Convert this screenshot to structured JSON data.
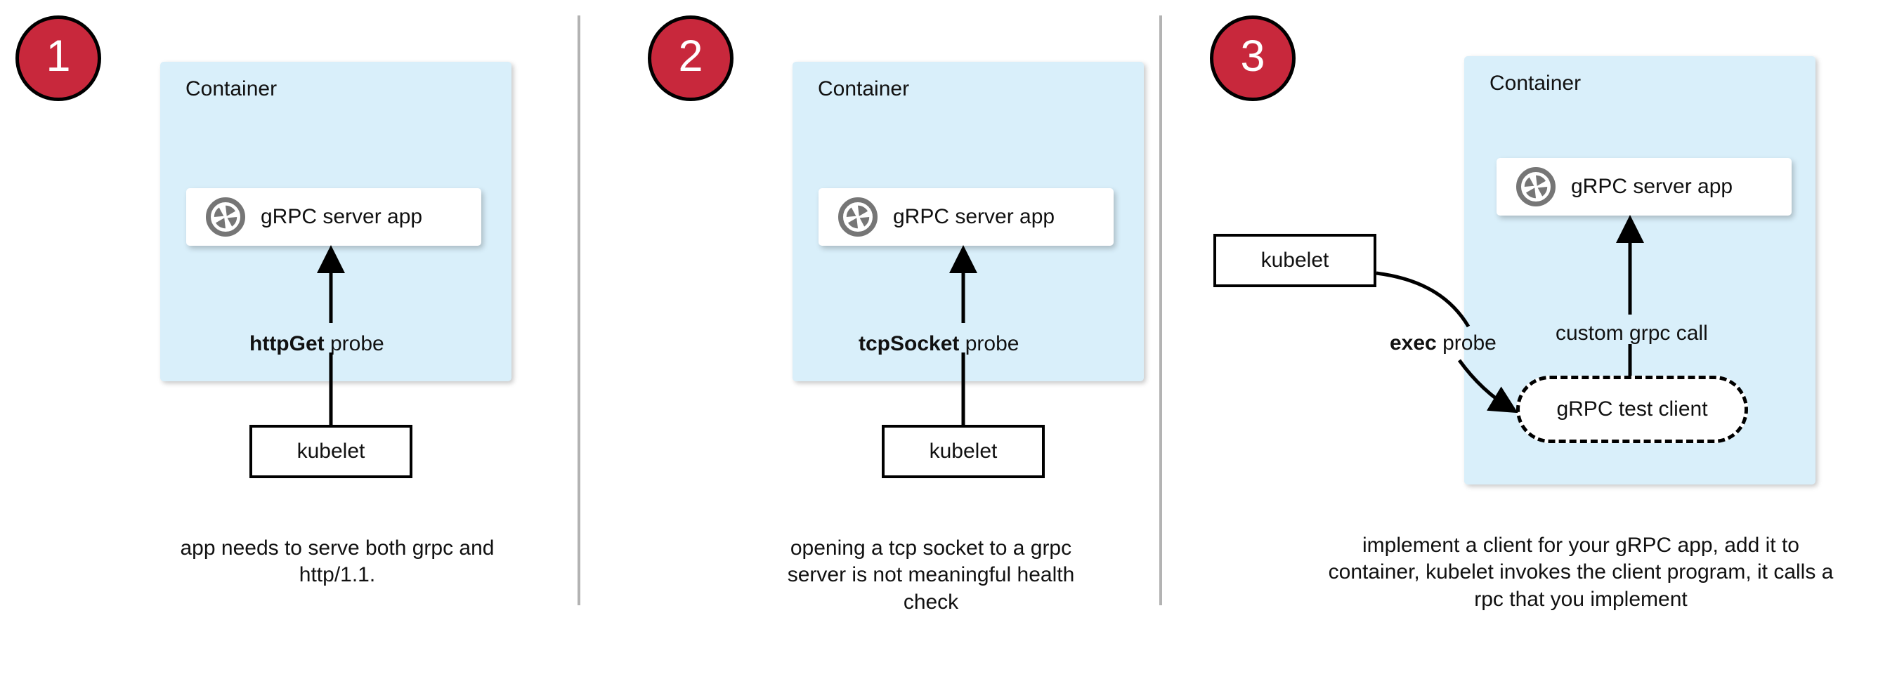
{
  "diagram": {
    "title": "gRPC health probe approaches in Kubernetes",
    "colors": {
      "badge_fill": "#c8283c",
      "badge_stroke": "#000000",
      "badge_text": "#ffffff",
      "container_fill": "#d9effa",
      "app_card_fill": "#ffffff",
      "divider": "#b3b3b3",
      "line": "#000000",
      "grpc_icon": "#767676"
    },
    "panels": [
      {
        "number": "1",
        "container_label": "Container",
        "app_label": "gRPC server app",
        "app_icon": "grpc-logo-icon",
        "probe_label_bold": "httpGet",
        "probe_label_rest": " probe",
        "kubelet_label": "kubelet",
        "caption": "app needs to serve both grpc and http/1.1."
      },
      {
        "number": "2",
        "container_label": "Container",
        "app_label": "gRPC server app",
        "app_icon": "grpc-logo-icon",
        "probe_label_bold": "tcpSocket",
        "probe_label_rest": " probe",
        "kubelet_label": "kubelet",
        "caption": "opening a tcp socket to a grpc server is not meaningful health check"
      },
      {
        "number": "3",
        "container_label": "Container",
        "app_label": "gRPC server app",
        "app_icon": "grpc-logo-icon",
        "probe_label_bold": "exec",
        "probe_label_rest": " probe",
        "call_label": "custom grpc call",
        "test_client_label": "gRPC test client",
        "kubelet_label": "kubelet",
        "caption": "implement a client for your gRPC app, add it to container, kubelet invokes the client program, it calls a rpc that you implement"
      }
    ]
  }
}
